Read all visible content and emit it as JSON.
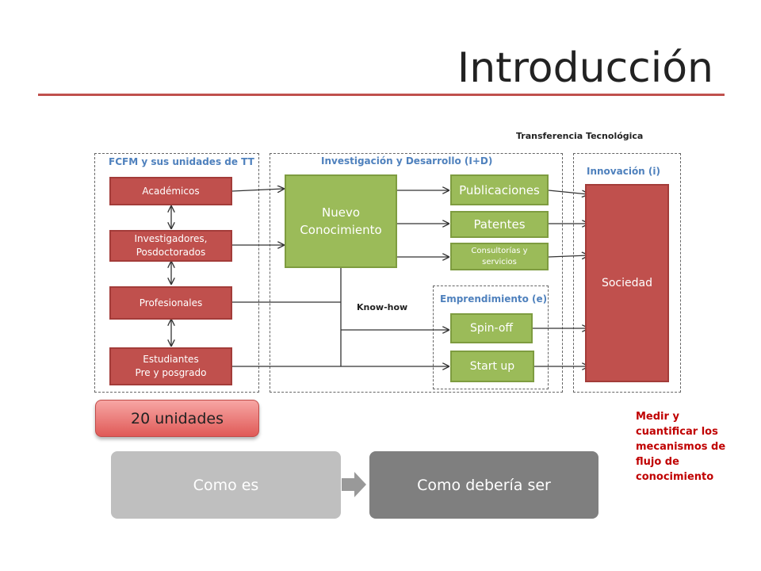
{
  "title": "Introducción",
  "labels": {
    "transferencia": "Transferencia  Tecnológica",
    "fcfm": "FCFM y sus unidades de TT",
    "id": "Investigación y Desarrollo (I+D)",
    "innovacion": "Innovación (i)",
    "emprendimiento": "Emprendimiento (e)",
    "knowhow": "Know-how"
  },
  "actors": {
    "academicos": "Académicos",
    "investigadores_1": "Investigadores,",
    "investigadores_2": "Posdoctorados",
    "profesionales": "Profesionales",
    "estudiantes_1": "Estudiantes",
    "estudiantes_2": "Pre y posgrado"
  },
  "nuevo": {
    "line1": "Nuevo",
    "line2": "Conocimiento"
  },
  "outputs": {
    "publicaciones": "Publicaciones",
    "patentes": "Patentes",
    "consultorias_1": "Consultorías y",
    "consultorias_2": "servicios",
    "spinoff": "Spin-off",
    "startup": "Start up"
  },
  "sociedad": "Sociedad",
  "unidades": "20 unidades",
  "medir": {
    "l1": "Medir y",
    "l2": "cuantificar los",
    "l3": "mecanismos de",
    "l4": "flujo de",
    "l5": "conocimiento"
  },
  "process": {
    "como_es": "Como es",
    "como_deberia": "Como debería ser"
  },
  "colors": {
    "red": "#c0504d",
    "green": "#9bbb59",
    "blue_label": "#4f81bd",
    "accent_rule": "#c0504d"
  }
}
